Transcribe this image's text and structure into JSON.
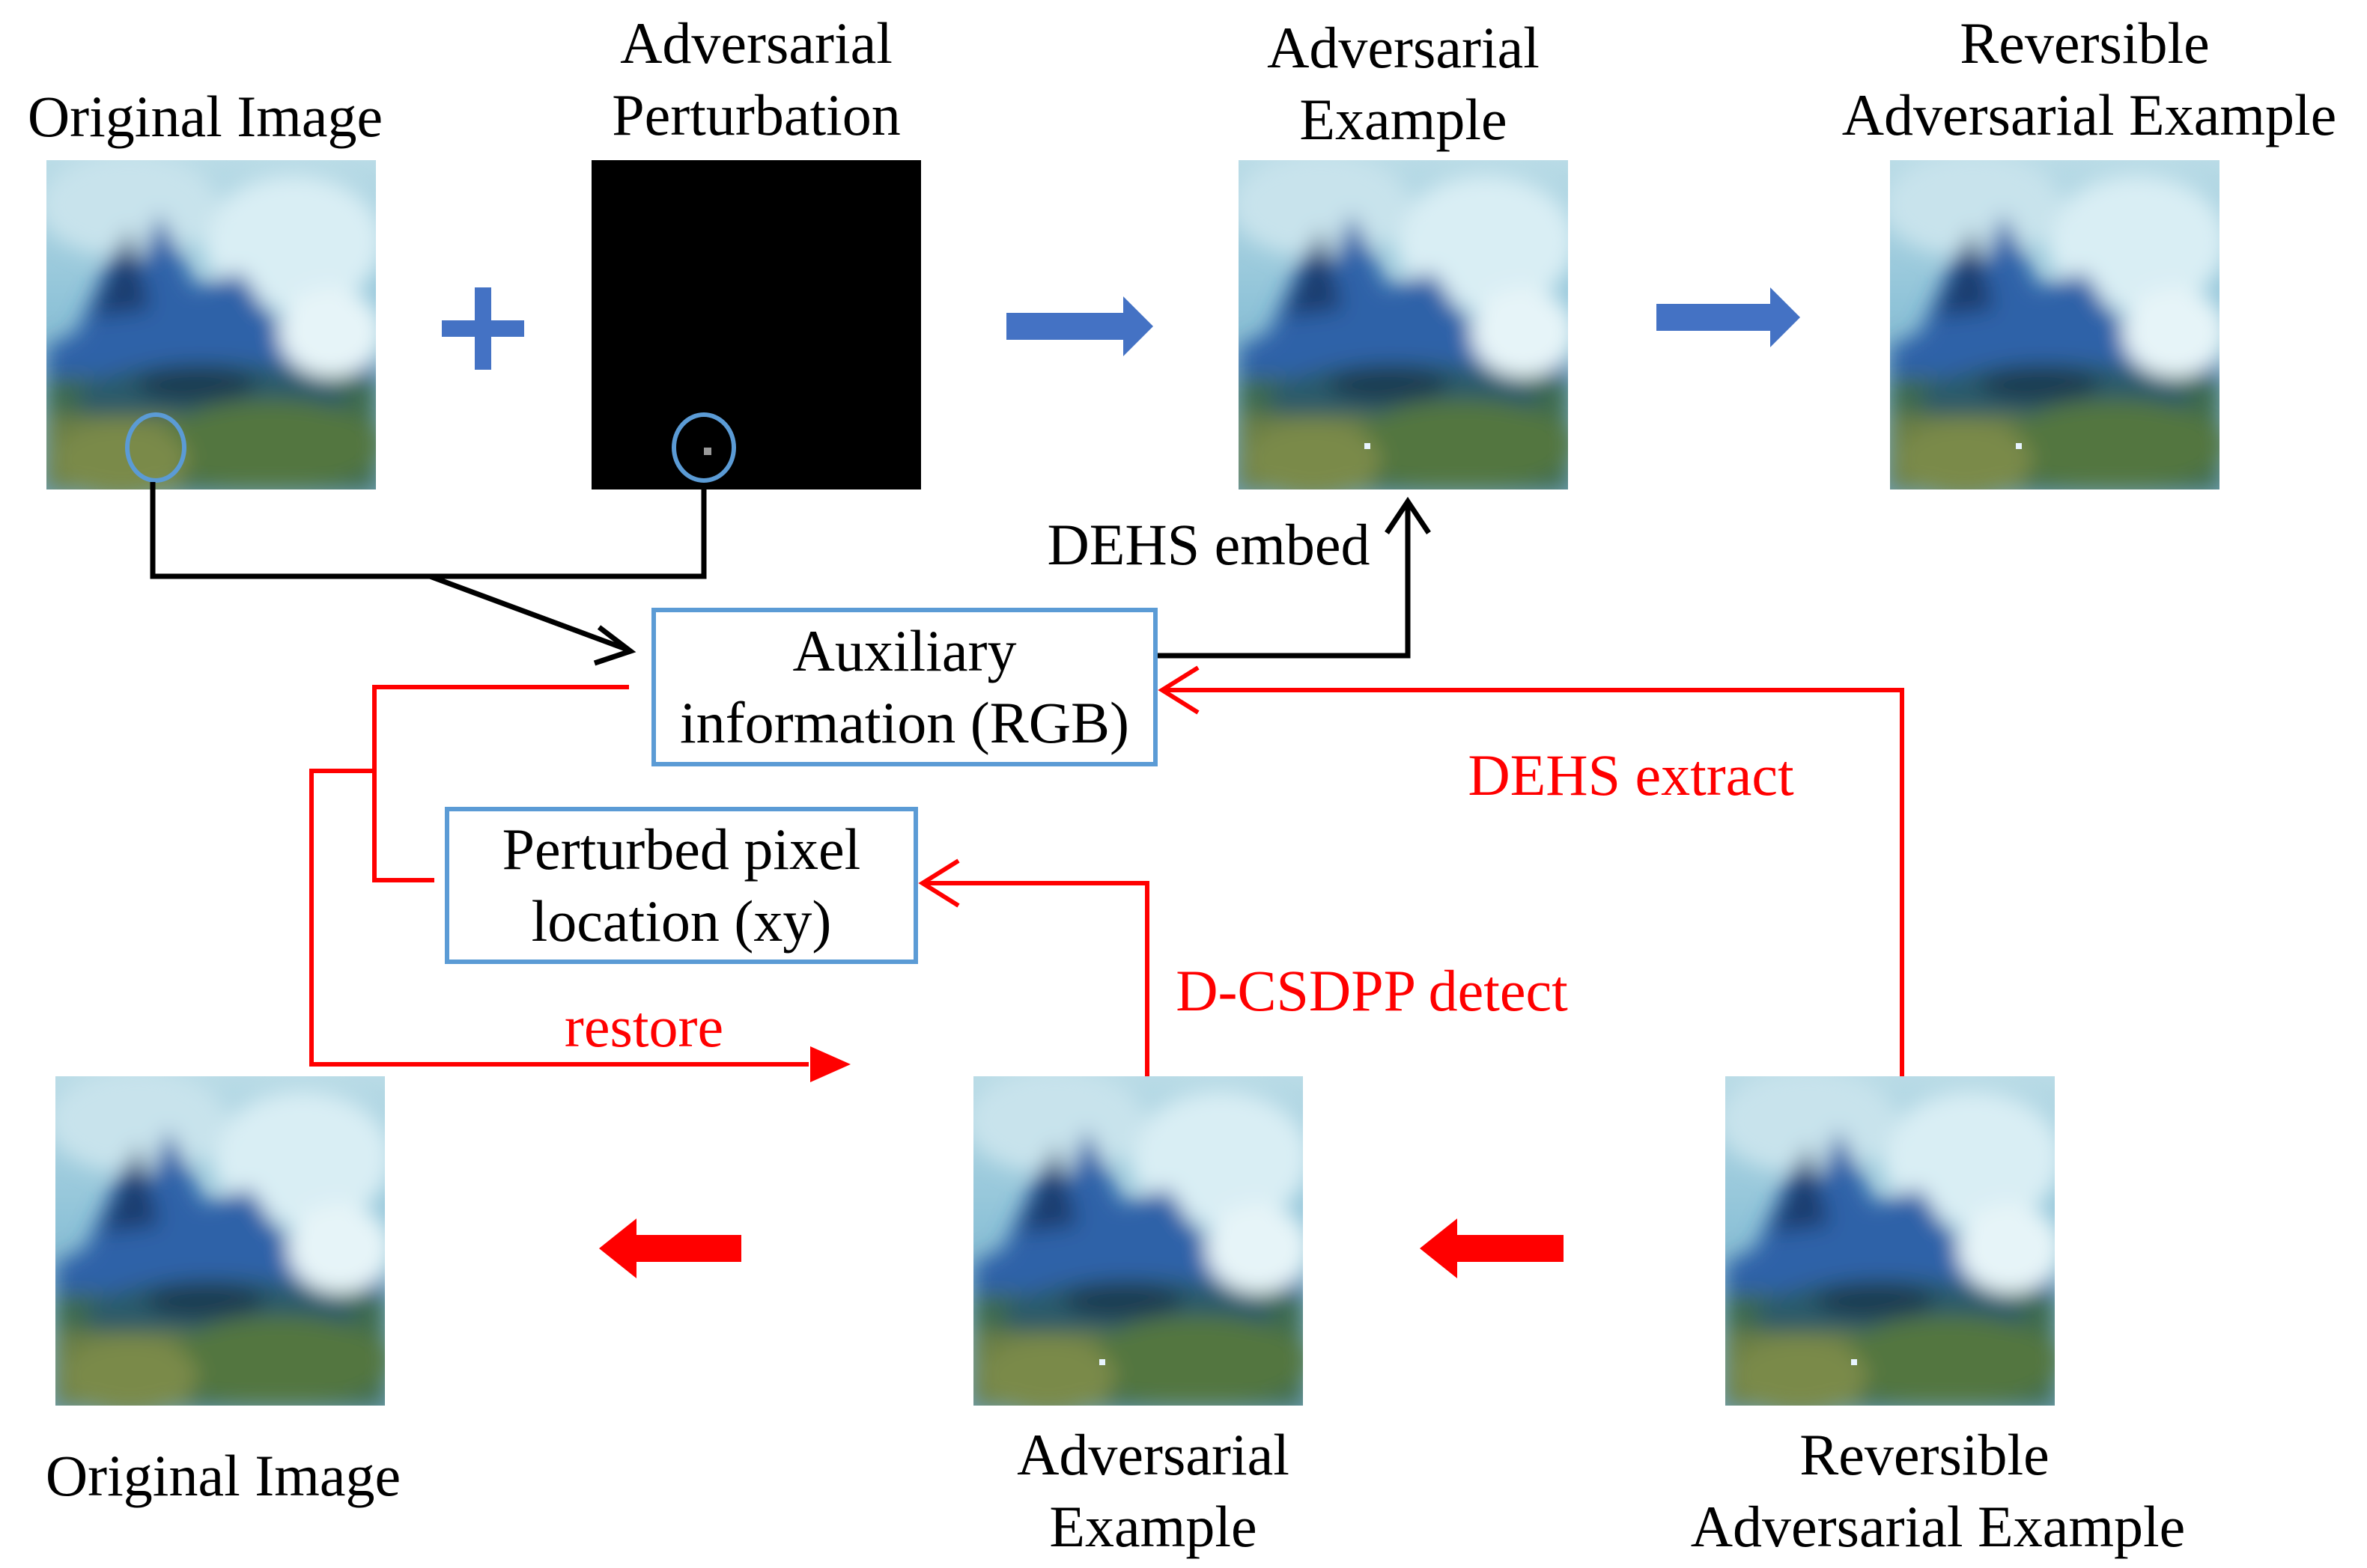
{
  "labels": {
    "top_original": "Original Image",
    "top_perturbation_l1": "Adversarial",
    "top_perturbation_l2": "Perturbation",
    "top_adv_l1": "Adversarial",
    "top_adv_l2": "Example",
    "top_rae_l1": "Reversible",
    "top_rae_l2": "Adversarial  Example",
    "bottom_original": "Original Image",
    "bottom_adv_l1": "Adversarial",
    "bottom_adv_l2": "Example",
    "bottom_rae_l1": "Reversible",
    "bottom_rae_l2": "Adversarial Example",
    "dehs_embed": "DEHS embed",
    "dehs_extract": "DEHS extract",
    "dcsdpp_detect": "D-CSDPP detect",
    "restore": "restore"
  },
  "boxes": {
    "auxiliary_l1": "Auxiliary",
    "auxiliary_l2": "information (RGB)",
    "perturbed_l1": "Perturbed pixel",
    "perturbed_l2": "location (xy)"
  },
  "colors": {
    "forward_arrow": "#4472c4",
    "reverse_arrow": "#ff0000",
    "box_border": "#5b9bd5",
    "connector": "#000000"
  }
}
